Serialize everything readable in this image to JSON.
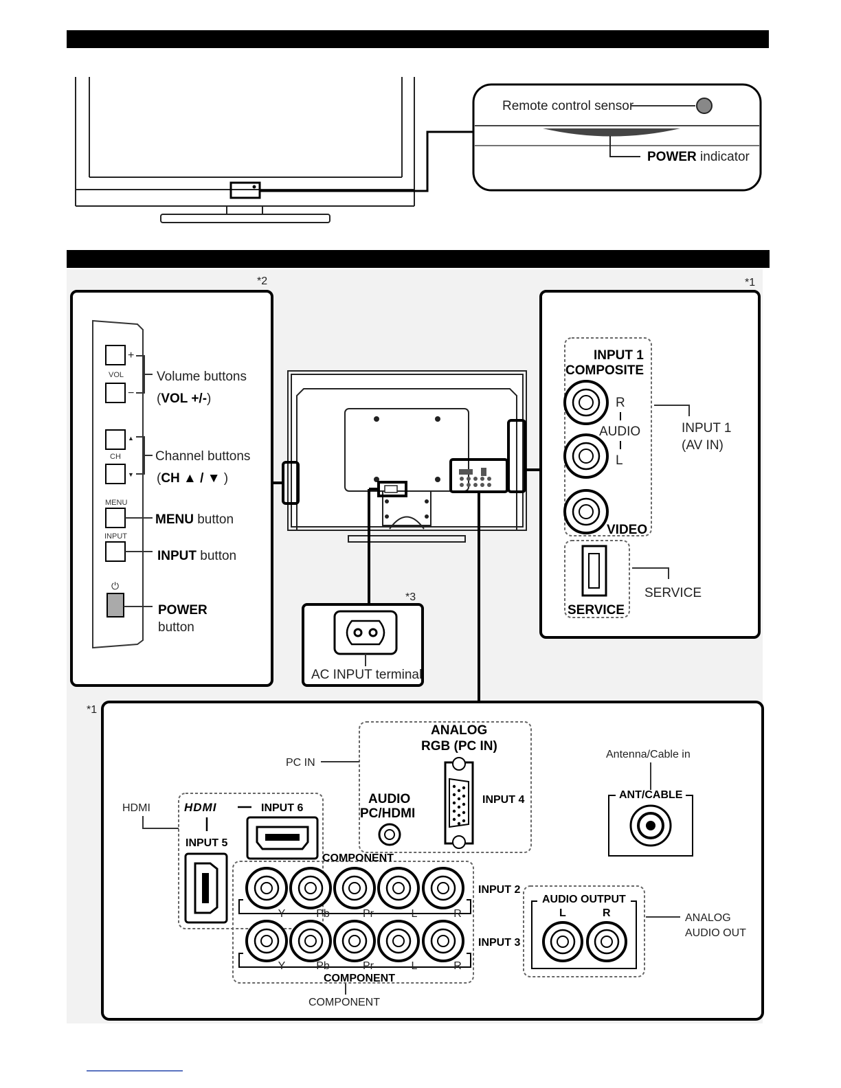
{
  "top": {
    "remote_sensor": "Remote control sensor",
    "power_indicator_bold": "POWER",
    "power_indicator_rest": " indicator"
  },
  "notes": {
    "n1": "*1",
    "n2": "*2",
    "n3": "*3"
  },
  "side_panel": {
    "vol_text": "VOL",
    "ch_text": "CH",
    "menu_text": "MENU",
    "input_text": "INPUT",
    "power_glyph": "⏻",
    "plus": "+",
    "minus": "−",
    "up": "▲",
    "down": "▼",
    "volume_line1": "Volume buttons",
    "volume_line2_open": "(",
    "volume_line2_bold": "VOL +/-",
    "volume_line2_close": ")",
    "channel_line1": "Channel buttons",
    "channel_line2_open": "(",
    "channel_line2_bold": "CH ▲ / ▼",
    "channel_line2_close": " )",
    "menu_bold": "MENU",
    "menu_rest": " button",
    "input_bold": "INPUT",
    "input_rest": " button",
    "power_bold": "POWER",
    "power_rest": "button"
  },
  "ac": {
    "label": "AC INPUT terminal"
  },
  "input1_panel": {
    "title1": "INPUT 1",
    "title2": "COMPOSITE",
    "r": "R",
    "audio": "AUDIO",
    "l": "L",
    "video": "VIDEO",
    "service": "SERVICE",
    "callout1": "INPUT 1",
    "callout2": "(AV IN)",
    "service_callout": "SERVICE"
  },
  "bottom_panel": {
    "analog1": "ANALOG",
    "analog2": "RGB (PC IN)",
    "pc_in": "PC IN",
    "input4": "INPUT 4",
    "audio_pc1": "AUDIO",
    "audio_pc2": "PC/HDMI",
    "antenna": "Antenna/Cable in",
    "ant_cable": "ANT/CABLE",
    "hdmi_callout": "HDMI",
    "hdmi_logo": "HDMI",
    "input6": "INPUT 6",
    "input5": "INPUT 5",
    "component_top": "COMPONENT",
    "input2": "INPUT 2",
    "input3": "INPUT 3",
    "jacks": [
      "Y",
      "Pb",
      "Pr",
      "L",
      "R"
    ],
    "component_bottom": "COMPONENT",
    "component_callout": "COMPONENT",
    "audio_output": "AUDIO OUTPUT",
    "ao_l": "L",
    "ao_r": "R",
    "analog_out1": "ANALOG",
    "analog_out2": "AUDIO OUT"
  }
}
